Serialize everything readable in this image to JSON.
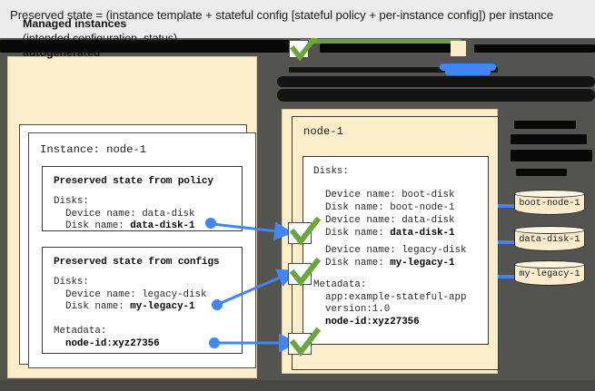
{
  "caption": {
    "text": "Preserved state = (instance template + stateful config [stateful policy + per-instance config]) per instance"
  },
  "colors": {
    "cream": "#fdeecb",
    "backdrop_gray": "#53534f",
    "accent_blue": "#4285f4",
    "check_green": "#6aa63c",
    "rule_green": "#6a9e3c",
    "page_background": "#ececec"
  },
  "left_panel": {
    "title_bold": "Managed instances",
    "title_normal": "(intended configuration, status)",
    "title_bold2": "autogenerated",
    "instance_card": {
      "title": "Instance: node-1",
      "boxes": [
        {
          "header": "Preserved state from policy",
          "lines": [
            {
              "text": "Disks:",
              "bold": false
            },
            {
              "text": "  Device name: data-disk",
              "bold": false
            },
            {
              "text": "  Disk name: ",
              "bold_value": "data-disk-1"
            }
          ]
        },
        {
          "header": "Preserved state from configs",
          "lines": [
            {
              "text": "Disks:",
              "bold": false
            },
            {
              "text": "  Device name: legacy-disk",
              "bold": false
            },
            {
              "text": "  Disk name: ",
              "bold_value": "my-legacy-1"
            },
            {
              "text": "",
              "bold": false
            },
            {
              "text": "Metadata:",
              "bold": false
            },
            {
              "text": "  ",
              "bold_value": "node-id:xyz27356"
            }
          ]
        }
      ]
    }
  },
  "right_panel": {
    "node_title": "node-1",
    "disks_label": "Disks:",
    "disk_entries": [
      {
        "device": "  Device name: boot-disk",
        "disk_plain": "  Disk name: boot-node-1",
        "bold": false
      },
      {
        "device": "  Device name: data-disk",
        "disk_prefix": "  Disk name: ",
        "disk_bold": "data-disk-1",
        "bold": true
      },
      {
        "device": "  Device name: legacy-disk",
        "disk_prefix": "  Disk name: ",
        "disk_bold": "my-legacy-1",
        "bold": true
      }
    ],
    "metadata_label": "Metadata:",
    "metadata_lines": [
      {
        "text": "  app:example-stateful-app",
        "bold": false
      },
      {
        "text": "  version:1.0",
        "bold": false
      },
      {
        "text": "  node-id:xyz27356",
        "bold": true
      }
    ]
  },
  "disks": [
    {
      "label": "boot-node-1"
    },
    {
      "label": "data-disk-1"
    },
    {
      "label": "my-legacy-1"
    }
  ],
  "checkmarks": [
    {
      "name": "check-data-disk"
    },
    {
      "name": "check-legacy-disk"
    },
    {
      "name": "check-node-id-metadata"
    }
  ]
}
